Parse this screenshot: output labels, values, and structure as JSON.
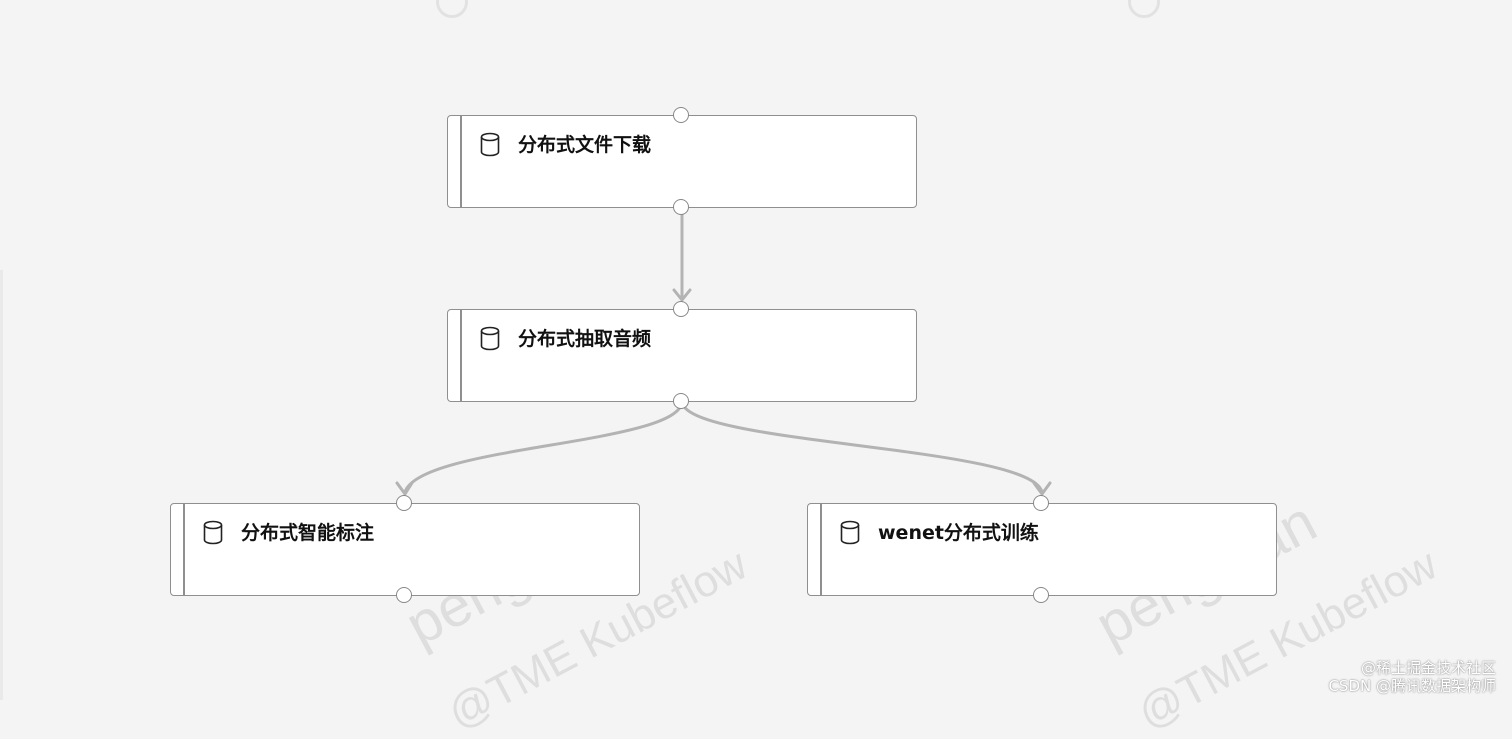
{
  "colors": {
    "canvas_bg": "#f4f4f4",
    "node_bg": "#ffffff",
    "node_border": "#8f8f8f",
    "edge": "#b3b3b3",
    "title_text": "#111111",
    "watermark": "#dedede"
  },
  "nodes": [
    {
      "id": "download",
      "title": "分布式文件下载",
      "icon": "database-icon"
    },
    {
      "id": "extract",
      "title": "分布式抽取音频",
      "icon": "database-icon"
    },
    {
      "id": "annotate",
      "title": "分布式智能标注",
      "icon": "database-icon"
    },
    {
      "id": "train",
      "title": "wenet分布式训练",
      "icon": "database-icon"
    }
  ],
  "edges": [
    {
      "from": "download",
      "to": "extract"
    },
    {
      "from": "extract",
      "to": "annotate"
    },
    {
      "from": "extract",
      "to": "train"
    }
  ],
  "watermark": {
    "brand": "pengluan",
    "product": "@TME Kubeflow"
  },
  "credits": {
    "line1": "@稀土掘金技术社区",
    "line2": "CSDN @腾讯数据架构师"
  }
}
